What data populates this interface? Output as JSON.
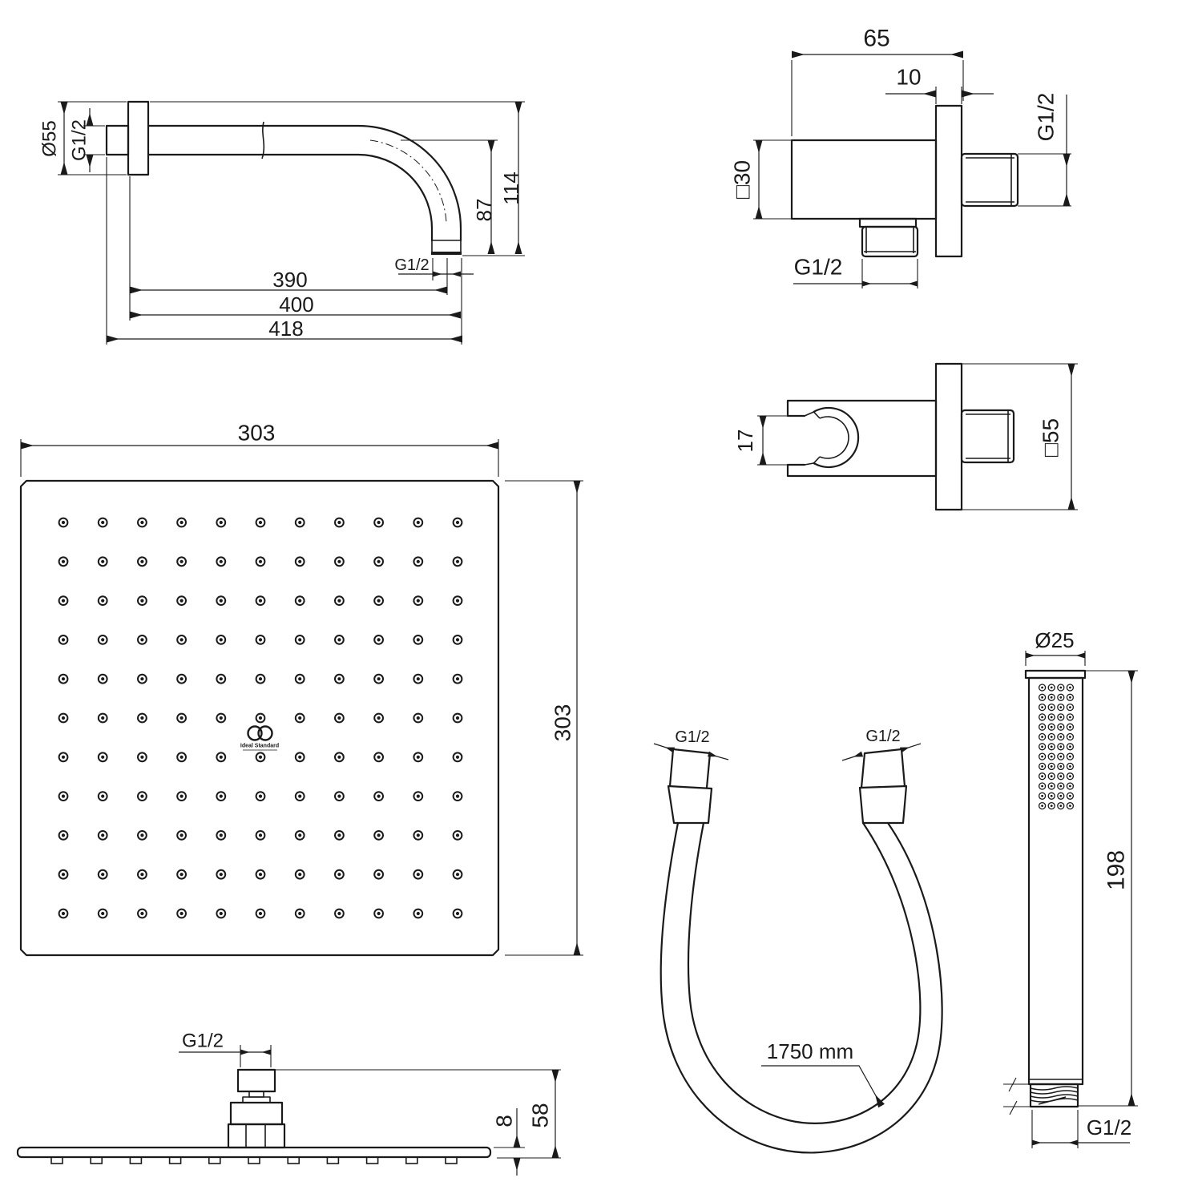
{
  "colors": {
    "line": "#1a1a1a",
    "background": "#ffffff"
  },
  "arm": {
    "dia_label": "Ø55",
    "wall_thread_label": "G1/2",
    "outlet_thread_label": "G1/2",
    "dim_87": "87",
    "dim_114": "114",
    "dim_390": "390",
    "dim_400": "400",
    "dim_418": "418"
  },
  "elbow": {
    "dim_65": "65",
    "dim_10": "10",
    "dim_sq30": "□30",
    "side_thread_label": "G1/2",
    "bottom_thread_label": "G1/2"
  },
  "holder": {
    "dim_17": "17",
    "dim_sq55": "□55"
  },
  "head_face": {
    "dim_width": "303",
    "dim_height": "303",
    "brand": "Ideal Standard",
    "grid": {
      "rows": 11,
      "cols": 11
    }
  },
  "head_side": {
    "thread_label": "G1/2",
    "dim_thickness": "8",
    "dim_height": "58",
    "nozzle_tabs": 11
  },
  "hose": {
    "left_thread_label": "G1/2",
    "right_thread_label": "G1/2",
    "length_label": "1750 mm"
  },
  "hand_shower": {
    "dim_diameter": "Ø25",
    "dim_length": "198",
    "thread_label": "G1/2",
    "grid": {
      "rows": 13,
      "cols": 4
    }
  }
}
